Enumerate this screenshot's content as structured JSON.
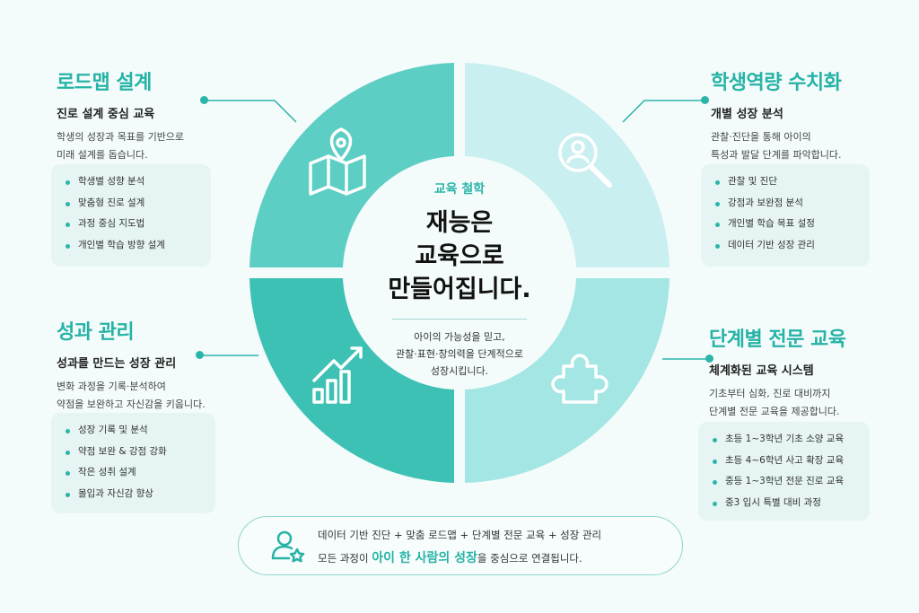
{
  "center": {
    "label": "교육 철학",
    "title": [
      "재능은",
      "교육으로",
      "만들어집니다."
    ],
    "desc": [
      "아이의 가능성을 믿고,",
      "관찰·표현·창의력을 단계적으로",
      "성장시킵니다."
    ]
  },
  "sections": {
    "roadmap": {
      "title": "로드맵 설계",
      "subtitle": "진로 설계 중심 교육",
      "desc": [
        "학생의 성장과 목표를 기반으로",
        "미래 설계를 돕습니다."
      ],
      "items": [
        "학생별 성향 분석",
        "맞춤형 진로 설계",
        "과정 중심 지도법",
        "개인별 학습 방향 설계"
      ]
    },
    "quantify": {
      "title": "학생역량 수치화",
      "subtitle": "개별 성장 분석",
      "desc": [
        "관찰·진단을 통해 아이의",
        "특성과 발달 단계를 파악합니다."
      ],
      "items": [
        "관찰 및 진단",
        "강점과 보완점 분석",
        "개인별 학습 목표 설정",
        "데이터 기반 성장 관리"
      ]
    },
    "performance": {
      "title": "성과 관리",
      "subtitle": "성과를 만드는 성장 관리",
      "desc": [
        "변화 과정을 기록·분석하여",
        "약점을 보완하고 자신감을 키웁니다."
      ],
      "items": [
        "성장 기록 및 분석",
        "약점 보완 & 강점 강화",
        "작은 성취 설계",
        "몰입과 자신감 향상"
      ]
    },
    "stage": {
      "title": "단계별 전문 교육",
      "subtitle": "체계화된 교육 시스템",
      "desc": [
        "기초부터 심화, 진로 대비까지",
        "단계별 전문 교육을 제공합니다."
      ],
      "items": [
        "초등 1~3학년 기초 소양 교육",
        "초등 4~6학년 사고 확장 교육",
        "중등 1~3학년 전문 진로 교육",
        "중3 입시 특별 대비 과정"
      ]
    }
  },
  "bottom": {
    "line1": "데이터 기반 진단 + 맞춤 로드맵 + 단계별 전문 교육 + 성장 관리",
    "line2_pre": "모든 과정이 ",
    "line2_highlight": "아이 한 사람의 성장",
    "line2_post": "을 중심으로 연결됩니다."
  },
  "icons": {
    "roadmap": "map-pin-icon",
    "quantify": "magnifier-person-icon",
    "performance": "growth-chart-icon",
    "stage": "puzzle-icon",
    "bottom": "user-star-icon"
  },
  "colors": {
    "accent": "#26b3a6",
    "q_top_left": "#5ccec3",
    "q_top_right": "#c9eff0",
    "q_bottom_left": "#3ec1b5",
    "q_bottom_right": "#a3e6e3"
  }
}
